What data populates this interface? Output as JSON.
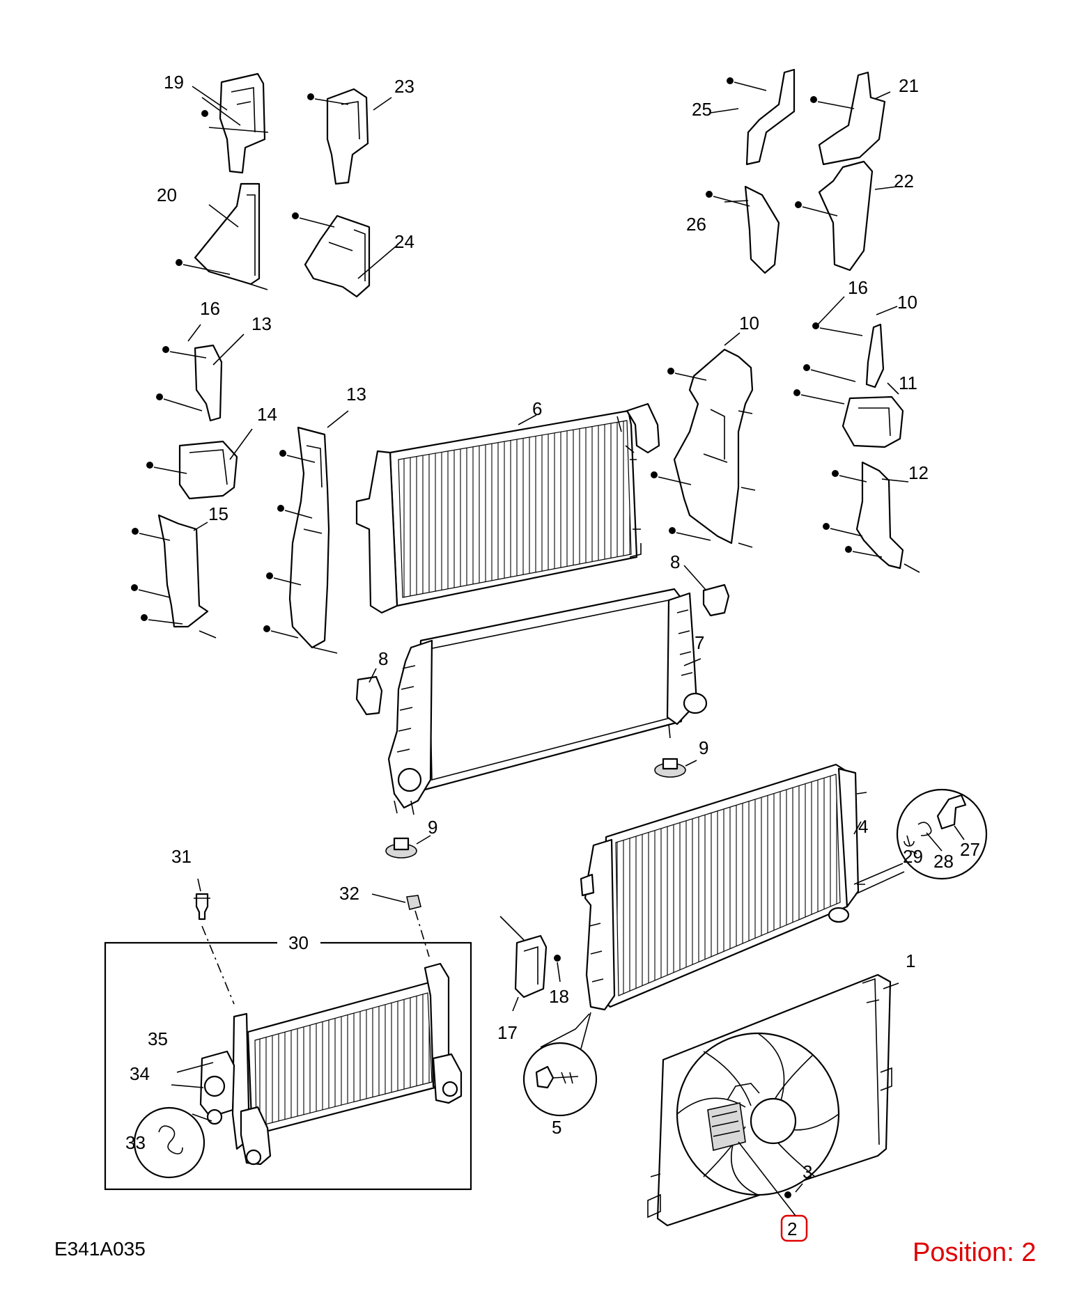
{
  "diagram": {
    "ref_code": "E341A035",
    "position_label": "Position: 2",
    "highlight_color": "#e00000",
    "highlighted_callout": "2",
    "callouts": [
      "19",
      "23",
      "20",
      "24",
      "25",
      "21",
      "26",
      "22",
      "16",
      "13",
      "14",
      "15",
      "13",
      "10",
      "16",
      "10",
      "11",
      "12",
      "6",
      "8",
      "7",
      "8",
      "9",
      "9",
      "4",
      "27",
      "28",
      "29",
      "31",
      "32",
      "30",
      "35",
      "34",
      "33",
      "17",
      "18",
      "5",
      "1",
      "3",
      "2"
    ]
  }
}
